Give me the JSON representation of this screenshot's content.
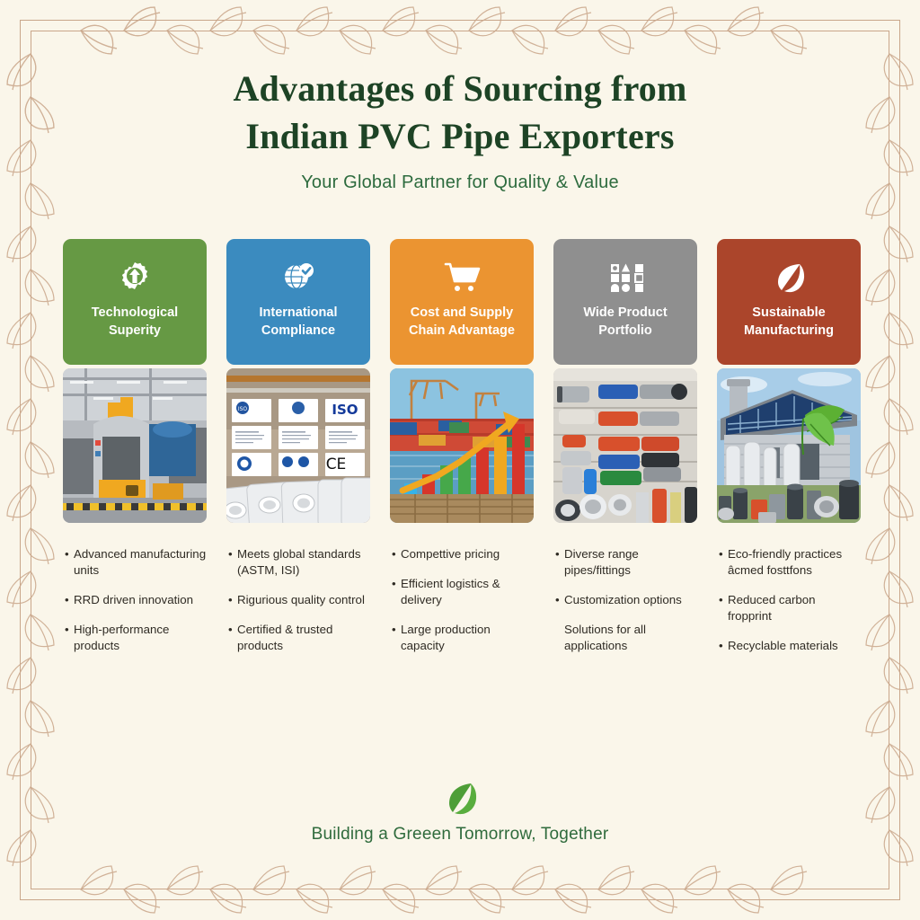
{
  "theme": {
    "background": "#faf6ea",
    "title_color": "#1d4325",
    "subtitle_color": "#2d6b3e",
    "border_color": "#c9a68a",
    "bullet_text_color": "#2f2b24",
    "footer_text_color": "#2f6b3c"
  },
  "header": {
    "title_line1": "Advantages of Sourcing from",
    "title_line2": "Indian PVC Pipe Exporters",
    "subtitle": "Your Global Partner for Quality & Value"
  },
  "columns": [
    {
      "card_color": "#669944",
      "icon": "gear-upload-icon",
      "label_line1": "Technological",
      "label_line2": "Superity",
      "photo": "factory-machinery-photo",
      "bullets": [
        {
          "text": "Advanced manufacturing units",
          "has_dot": true
        },
        {
          "text": "RRD driven innovation",
          "has_dot": true
        },
        {
          "text": "High-performance products",
          "has_dot": true
        }
      ]
    },
    {
      "card_color": "#3b8bbf",
      "icon": "globe-check-icon",
      "label_line1": "International",
      "label_line2": "Compliance",
      "photo": "certificates-pipes-photo",
      "bullets": [
        {
          "text": "Meets global standards (ASTM, ISI)",
          "has_dot": true
        },
        {
          "text": "Rigurious quality control",
          "has_dot": true
        },
        {
          "text": "Certified & trusted products",
          "has_dot": true
        }
      ]
    },
    {
      "card_color": "#eb9431",
      "icon": "shopping-cart-icon",
      "label_line1": "Cost and Supply",
      "label_line2": "Chain Advantage",
      "photo": "port-growth-chart-photo",
      "bullets": [
        {
          "text": "Compettive pricing",
          "has_dot": true
        },
        {
          "text": "Efficient logistics & delivery",
          "has_dot": true
        },
        {
          "text": "Large production capacity",
          "has_dot": true
        }
      ]
    },
    {
      "card_color": "#8f8f8f",
      "icon": "product-grid-icon",
      "label_line1": "Wide Product",
      "label_line2": "Portfolio",
      "photo": "pipe-display-wall-photo",
      "bullets": [
        {
          "text": "Diverse range pipes/fittings",
          "has_dot": true
        },
        {
          "text": "Customization options",
          "has_dot": true
        },
        {
          "text": "Solutions for all applications",
          "has_dot": false
        }
      ]
    },
    {
      "card_color": "#ab452b",
      "icon": "leaf-icon",
      "label_line1": "Sustainable",
      "label_line2": "Manufacturing",
      "photo": "solar-factory-photo",
      "bullets": [
        {
          "text": "Eco-friendly practices âcmed fosttfons",
          "has_dot": true
        },
        {
          "text": "Reduced carbon fropprint",
          "has_dot": true
        },
        {
          "text": "Recyclable materials",
          "has_dot": true
        }
      ]
    }
  ],
  "footer": {
    "icon": "leaf-icon",
    "text": "Building a Greeen Tomorrow, Together"
  }
}
